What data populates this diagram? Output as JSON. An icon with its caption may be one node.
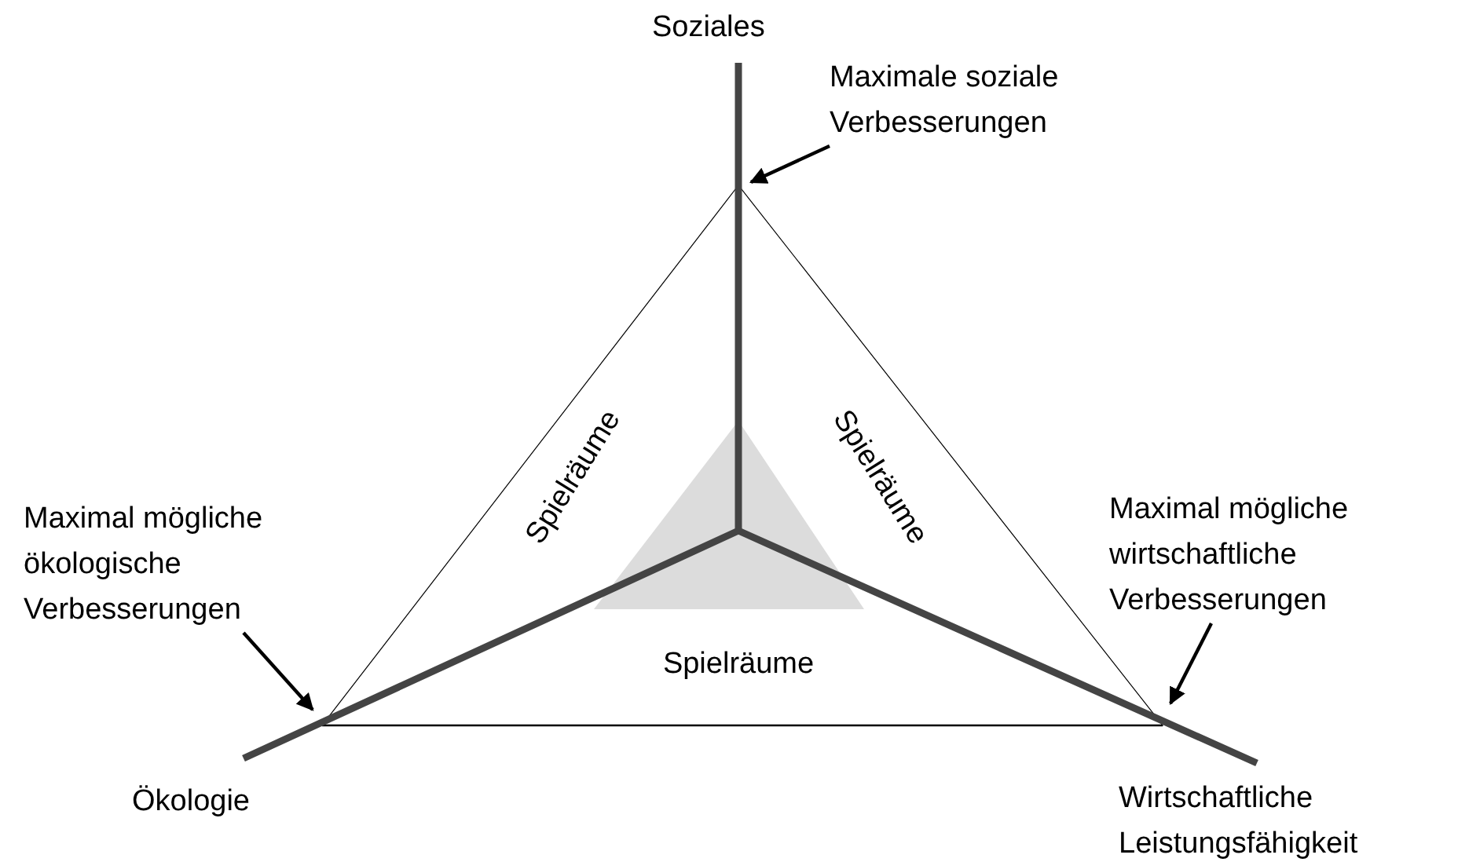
{
  "diagram": {
    "nodes": [
      {
        "text": [
          "Soziales"
        ]
      },
      {
        "text": [
          "Ökologie"
        ]
      },
      {
        "text": [
          "Wirtschaftliche Leistungsfähigkeit"
        ]
      },
      {
        "text": [
          "Maximale soziale Verbesserungen"
        ]
      },
      {
        "text": [
          "Maximal mögliche ökologische Verbesserungen"
        ]
      },
      {
        "text": [
          "Maximal mögliche wirtschaftliche Verbesserungen"
        ]
      }
    ],
    "edges": [
      {
        "from": 3,
        "to": null,
        "arrow": "to"
      },
      {
        "from": 4,
        "to": null,
        "arrow": "to"
      },
      {
        "from": 5,
        "to": null,
        "arrow": "to"
      }
    ],
    "labels": [
      "Spielräume",
      "Spielräume",
      "Spielräume"
    ]
  }
}
